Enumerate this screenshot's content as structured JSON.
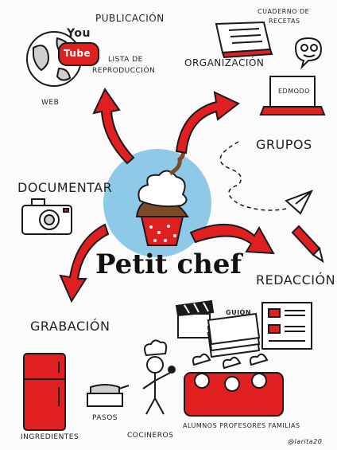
{
  "title": "Petit chef",
  "labels": {
    "publicacion": "PUBLICACIÓN",
    "lista": "LISTA DE",
    "reproduccion": "REPRODUCCIÓN",
    "web": "WEB",
    "organizacion": "ORGANIZACIÓN",
    "cuaderno": "CUADERNO DE",
    "recetas": "RECETAS",
    "edmodo": "EDMODO",
    "grupos": "GRUPOS",
    "documentar": "DOCUMENTAR",
    "redaccion": "REDACCIÓN",
    "guion": "GUIÓN",
    "grabacion": "GRABACIÓN",
    "ingredientes": "INGREDIENTES",
    "pasos": "PASOS",
    "cocineros": "COCINEROS",
    "alumnos": "ALUMNOS PROFESORES FAMILIAS",
    "signature": "@larita20"
  },
  "youtube": {
    "you": "You",
    "tube": "Tube"
  },
  "colors": {
    "red": "#e02020",
    "blue": "#8ec9e8",
    "ink": "#1a1a1a"
  }
}
